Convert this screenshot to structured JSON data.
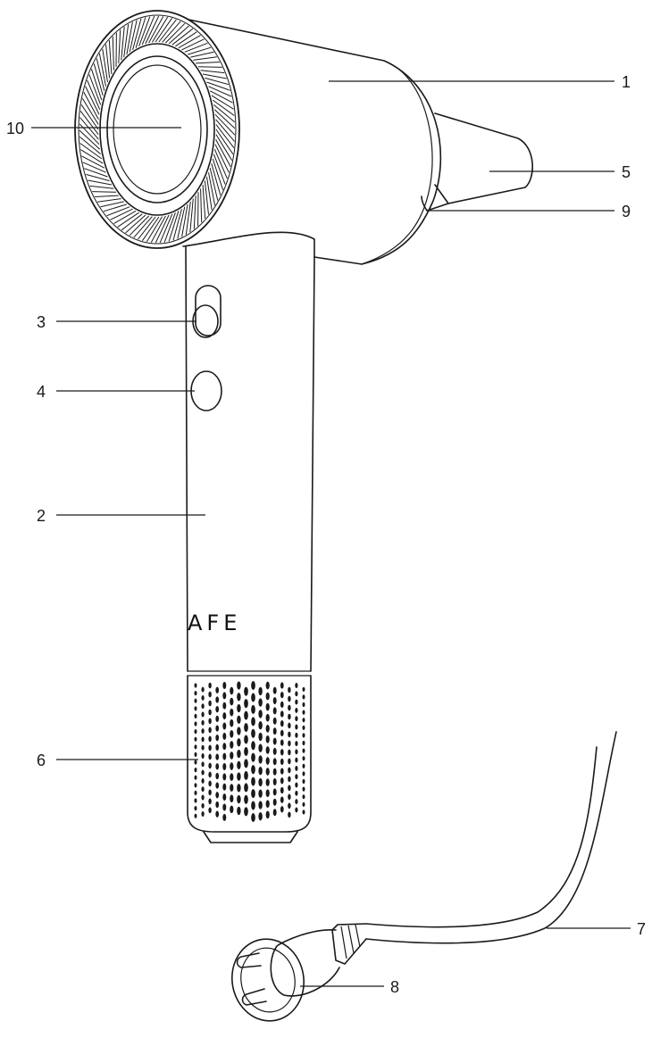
{
  "brand": "AFE",
  "callouts": [
    {
      "id": "1",
      "label": "1"
    },
    {
      "id": "2",
      "label": "2"
    },
    {
      "id": "3",
      "label": "3"
    },
    {
      "id": "4",
      "label": "4"
    },
    {
      "id": "5",
      "label": "5"
    },
    {
      "id": "6",
      "label": "6"
    },
    {
      "id": "7",
      "label": "7"
    },
    {
      "id": "8",
      "label": "8"
    },
    {
      "id": "9",
      "label": "9"
    },
    {
      "id": "10",
      "label": "10"
    }
  ]
}
